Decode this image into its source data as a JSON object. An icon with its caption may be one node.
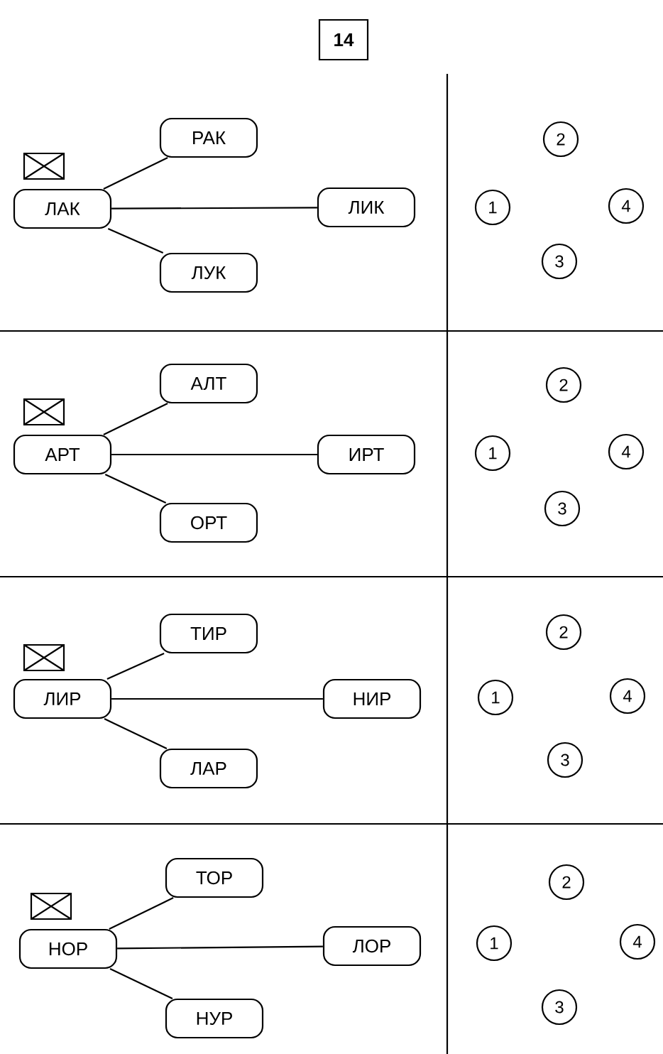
{
  "diagram": {
    "nodes": [
      {
        "text": [
          "14"
        ]
      },
      {
        "text": [
          "ЛАК"
        ]
      },
      {
        "text": [
          "РАК"
        ]
      },
      {
        "text": [
          "ЛИК"
        ]
      },
      {
        "text": [
          "ЛУК"
        ]
      },
      {
        "text": [
          "2"
        ]
      },
      {
        "text": [
          "1"
        ]
      },
      {
        "text": [
          "4"
        ]
      },
      {
        "text": [
          "3"
        ]
      },
      {
        "text": [
          "АРТ"
        ]
      },
      {
        "text": [
          "АЛТ"
        ]
      },
      {
        "text": [
          "ИРТ"
        ]
      },
      {
        "text": [
          "ОРТ"
        ]
      },
      {
        "text": [
          "2"
        ]
      },
      {
        "text": [
          "1"
        ]
      },
      {
        "text": [
          "4"
        ]
      },
      {
        "text": [
          "3"
        ]
      },
      {
        "text": [
          "ЛИР"
        ]
      },
      {
        "text": [
          "ТИР"
        ]
      },
      {
        "text": [
          "НИР"
        ]
      },
      {
        "text": [
          "ЛАР"
        ]
      },
      {
        "text": [
          "2"
        ]
      },
      {
        "text": [
          "1"
        ]
      },
      {
        "text": [
          "4"
        ]
      },
      {
        "text": [
          "3"
        ]
      },
      {
        "text": [
          "НОР"
        ]
      },
      {
        "text": [
          "ТОР"
        ]
      },
      {
        "text": [
          "ЛОР"
        ]
      },
      {
        "text": [
          "НУР"
        ]
      },
      {
        "text": [
          "2"
        ]
      },
      {
        "text": [
          "1"
        ]
      },
      {
        "text": [
          "4"
        ]
      },
      {
        "text": [
          "3"
        ]
      }
    ],
    "edges": [
      {
        "from": 1,
        "to": 2,
        "arrow": "none"
      },
      {
        "from": 1,
        "to": 3,
        "arrow": "none"
      },
      {
        "from": 1,
        "to": 4,
        "arrow": "none"
      },
      {
        "from": 9,
        "to": 10,
        "arrow": "none"
      },
      {
        "from": 9,
        "to": 11,
        "arrow": "none"
      },
      {
        "from": 9,
        "to": 12,
        "arrow": "none"
      },
      {
        "from": 17,
        "to": 18,
        "arrow": "none"
      },
      {
        "from": 17,
        "to": 19,
        "arrow": "none"
      },
      {
        "from": 17,
        "to": 20,
        "arrow": "none"
      },
      {
        "from": 25,
        "to": 26,
        "arrow": "none"
      },
      {
        "from": 25,
        "to": 27,
        "arrow": "none"
      },
      {
        "from": 25,
        "to": 28,
        "arrow": "none"
      }
    ]
  }
}
